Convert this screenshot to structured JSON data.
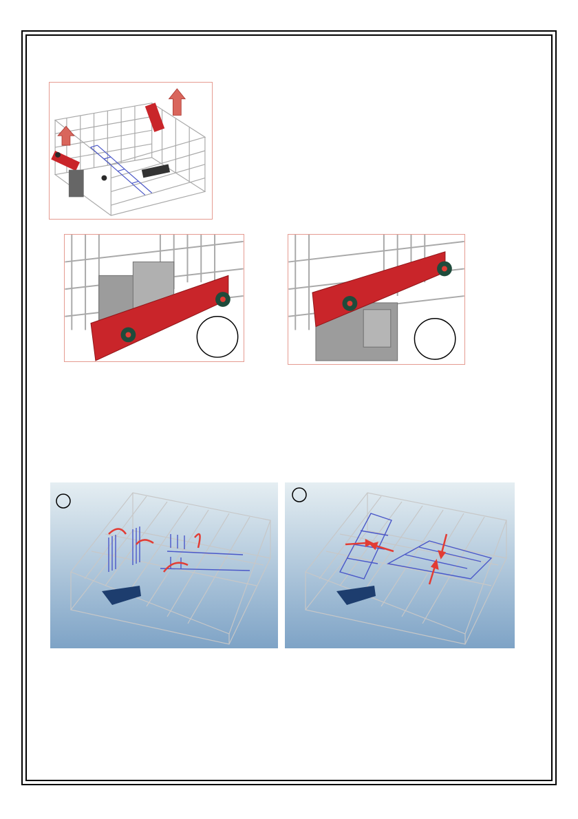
{
  "page": {
    "title": "",
    "body_text": []
  },
  "figures": [
    {
      "id": "upper-basket-lift",
      "caption": ""
    },
    {
      "id": "side-handle-lowered",
      "caption": "",
      "marker_label": ""
    },
    {
      "id": "side-handle-raised",
      "caption": "",
      "marker_label": ""
    },
    {
      "id": "lower-basket-folded",
      "caption": "",
      "marker_label": ""
    },
    {
      "id": "lower-basket-flat",
      "caption": "",
      "marker_label": ""
    }
  ],
  "colors": {
    "page_border": "#000000",
    "figure_border": "#e59a90",
    "rack_wire": "#a9a9a9",
    "handle_red": "#c9252a",
    "arrow_red": "#e23c34",
    "tine_blue": "#4a57c8",
    "panel_gradient_top": "#e5eef2",
    "panel_gradient_bottom": "#7ea3c6"
  },
  "icons": [
    "up-arrow-icon",
    "rotate-arrow-icon",
    "push-arrow-icon",
    "wheel-icon"
  ]
}
